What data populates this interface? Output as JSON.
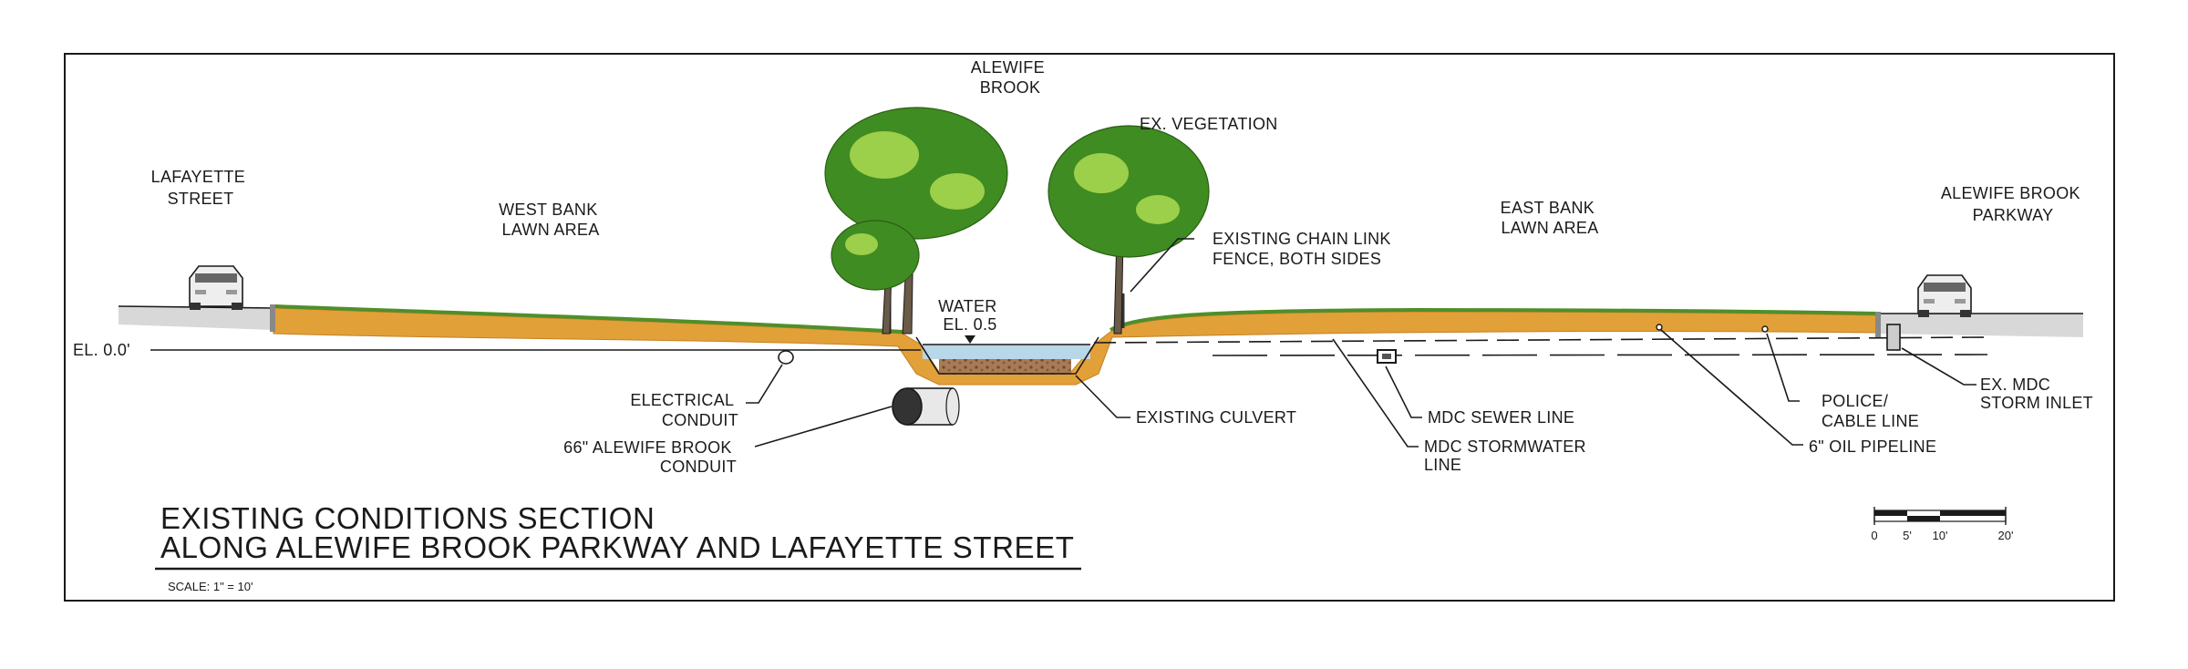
{
  "labels": {
    "lafayette_street": [
      "LAFAYETTE",
      "STREET"
    ],
    "west_bank": [
      "WEST BANK",
      "LAWN AREA"
    ],
    "alewife_brook": [
      "ALEWIFE",
      "BROOK"
    ],
    "ex_vegetation": [
      "EX. VEGETATION"
    ],
    "chain_link_fence": [
      "EXISTING CHAIN LINK",
      "FENCE, BOTH SIDES"
    ],
    "east_bank": [
      "EAST BANK",
      "LAWN AREA"
    ],
    "alewife_brook_parkway": [
      "ALEWIFE BROOK",
      "PARKWAY"
    ],
    "water": [
      "WATER",
      "EL. 0.5"
    ],
    "elevation": [
      "EL. 0.0'"
    ],
    "electrical_conduit": [
      "ELECTRICAL",
      "CONDUIT"
    ],
    "brook_conduit": [
      "66\" ALEWIFE BROOK",
      "CONDUIT"
    ],
    "existing_culvert": [
      "EXISTING CULVERT"
    ],
    "mdc_sewer": [
      "MDC SEWER LINE"
    ],
    "mdc_stormwater": [
      "MDC STORMWATER",
      "LINE"
    ],
    "police_cable": [
      "POLICE/",
      "CABLE LINE"
    ],
    "oil_pipeline": [
      "6\" OIL PIPELINE"
    ],
    "mdc_storm_inlet": [
      "EX. MDC",
      "STORM INLET"
    ]
  },
  "title": {
    "line1": "EXISTING CONDITIONS SECTION",
    "line2": "ALONG ALEWIFE BROOK PARKWAY AND LAFAYETTE STREET",
    "scale_text": "SCALE: 1\" = 10'"
  },
  "scale_bar": {
    "ticks": [
      "0",
      "5'",
      "10'",
      "20'"
    ]
  },
  "colors": {
    "soil": "#e2a038",
    "soil_dark": "#c77f22",
    "grass": "#4f8f2a",
    "water": "#b8d7e8",
    "foliage": "#3f8c22",
    "foliage_light": "#9ccf4a",
    "trunk": "#6a5a48",
    "ink": "#1a1a1a",
    "pavement": "#d8d8d8"
  }
}
